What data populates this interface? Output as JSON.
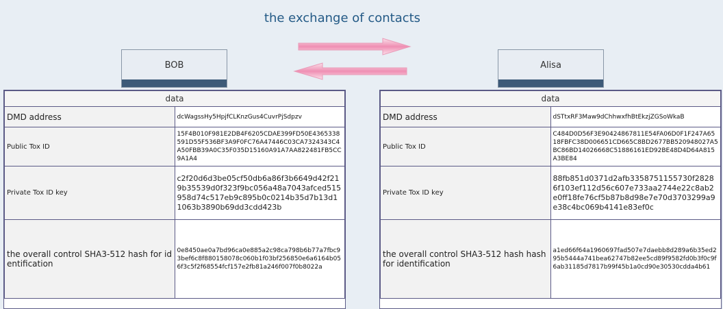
{
  "page": {
    "title": "the exchange of contacts"
  },
  "bob": {
    "name": "BOB",
    "header": "data",
    "rows": {
      "dmd_label": "DMD address",
      "dmd_value": "dcWagssHy5HpjfCLKnzGus4CuvrPjSdpzv",
      "pub_label": "Public Tox ID",
      "pub_value": "15F4B010F981E2DB4F6205CDAE399FD50E4365338591D55F536BF3A9F0FC76A47446C03CA7324343C4A50FBB39A0C35F035D15160A91A7AA822481FB5CC9A1A4",
      "priv_label": "Private Tox ID key",
      "priv_value": "c2f20d6d3be05cf50db6a86f3b6649d42f219b35539d0f323f9bc056a48a7043afced515958d74c517eb9c895b0c0214b35d7b13d11063b3890b69dd3cdd423b",
      "hash_label": "the overall control SHA3-512 hash for identification",
      "hash_value": "0e8450ae0a7bd96ca0e885a2c98ca798b6b77a7fbc93bef6c8f880158078c060b1f03bf256850e6a6164b056f3c5f2f68554fcf157e2fb81a246f007f0b8022a"
    }
  },
  "alisa": {
    "name": "Alisa",
    "header": "data",
    "rows": {
      "dmd_label": "DMD address",
      "dmd_value": "dSTtxRF3Maw9dChhwxfhBtEkzjZGSoWkaB",
      "pub_label": "Public Tox ID",
      "pub_value": "C484D0D56F3E90424867811E54FA06D0F1F247A6518FBFC38D006651CD665C8BD2677BB520948027A5BC86BD14026668C51886161ED92BE48D4D64A815A3BE84",
      "priv_label": "Private Tox ID key",
      "priv_value": "88fb851d0371d2afb3358751155730f28286f103ef112d56c607e733aa2744e22c8ab2e0ff18fe76cf5b87b8d98e7e70d3703299a9e38c4bc069b4141e83ef0c",
      "hash_label": "the overall control SHA3-512 hash hash for identification",
      "hash_value": "a1ed66f64a1960697fad507e7daebb8d289a6b35ed295b5444a741bea62747b82ee5cd89f9582fd0b3f0c9f6ab31185d7817b99f45b1a0cd90e30530cdda4b61"
    }
  },
  "colors": {
    "title": "#245a86",
    "panel_border": "#5b5a86",
    "person_bar": "#3d5a78",
    "arrow": "#f2a8c4"
  }
}
